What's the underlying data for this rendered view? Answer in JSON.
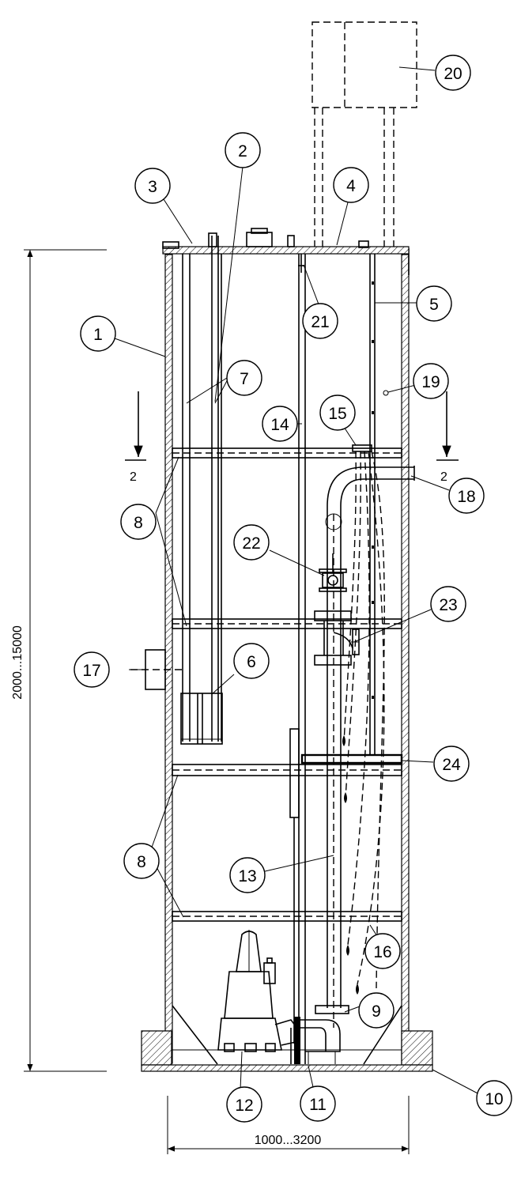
{
  "callouts": [
    "1",
    "2",
    "3",
    "4",
    "5",
    "6",
    "7",
    "8",
    "8",
    "9",
    "10",
    "11",
    "12",
    "13",
    "14",
    "15",
    "16",
    "17",
    "18",
    "19",
    "20",
    "21",
    "22",
    "23",
    "24"
  ],
  "section_marks": [
    "2",
    "2"
  ],
  "dimensions": {
    "height": "2000...15000",
    "width": "1000...3200"
  }
}
